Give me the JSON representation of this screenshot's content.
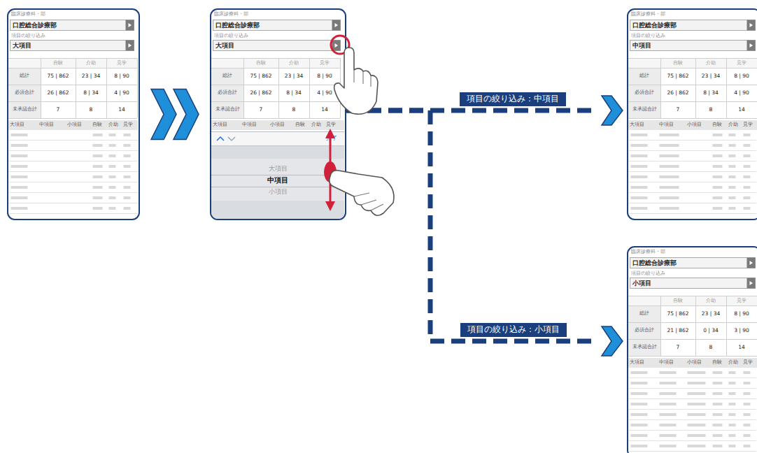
{
  "diagram": {
    "nodes": [
      {
        "text": [
          "臨床診療科・部",
          "口腔総合診療部",
          "項目の絞り込み",
          "大項目",
          "自験",
          "介助",
          "見学",
          "総計",
          "75 | 862",
          "23 | 34",
          "8 | 90",
          "必須合計",
          "26 | 862",
          "8 | 34",
          "4 | 90",
          "未承認合計",
          "7",
          "8",
          "14",
          "大項目",
          "中項目",
          "小項目",
          "自験",
          "介助",
          "見学"
        ]
      },
      {
        "text": [
          "臨床診療科・部",
          "口腔総合診療部",
          "項目の絞り込み",
          "大項目",
          "自験",
          "介助",
          "見学",
          "総計",
          "75 | 862",
          "23 | 34",
          "8 | 90",
          "必須合計",
          "26 | 862",
          "8 | 34",
          "4 | 90",
          "未承認合計",
          "7",
          "8",
          "14",
          "大項目",
          "中項目",
          "小項目",
          "自験",
          "介助",
          "見学"
        ]
      },
      {
        "text": [
          "完了",
          "大項目",
          "中項目",
          "小項目"
        ],
        "in": 1
      },
      {
        "text": [
          "臨床診療科・部",
          "口腔総合診療部",
          "項目の絞り込み",
          "中項目",
          "自験",
          "介助",
          "見学",
          "総計",
          "75 | 862",
          "23 | 34",
          "8 | 90",
          "必須合計",
          "26 | 862",
          "8 | 34",
          "4 | 90",
          "未承認合計",
          "7",
          "8",
          "14",
          "大項目",
          "中項目",
          "小項目",
          "自験",
          "介助",
          "見学"
        ]
      },
      {
        "text": [
          "臨床診療科・部",
          "口腔総合診療部",
          "項目の絞り込み",
          "小項目",
          "自験",
          "介助",
          "見学",
          "総計",
          "75 | 862",
          "23 | 34",
          "8 | 90",
          "必須合計",
          "21 | 862",
          "0 | 34",
          "3 | 90",
          "未承認合計",
          "7",
          "8",
          "14",
          "大項目",
          "中項目",
          "小項目",
          "自験",
          "介助",
          "見学"
        ]
      }
    ],
    "edges": [
      {
        "from": 0,
        "to": 1,
        "arrow": "to"
      },
      {
        "from": 1,
        "to": 3,
        "label": "項目の絞り込み：中項目",
        "arrow": "to"
      },
      {
        "from": 1,
        "to": 4,
        "label": "項目の絞り込み：小項目",
        "arrow": "to"
      }
    ]
  }
}
